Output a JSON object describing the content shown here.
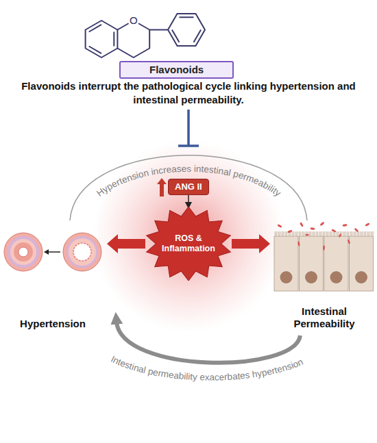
{
  "diagram": {
    "title": "Flavonoids interrupt the pathological cycle linking hypertension and intestinal permeability.",
    "nodes": [
      {
        "text": [
          "Flavonoids"
        ]
      },
      {
        "text": [
          "ANG II"
        ]
      },
      {
        "text": [
          "ROS & Inflammation"
        ]
      },
      {
        "text": [
          "Hypertension"
        ]
      },
      {
        "text": [
          "Intestinal Permeability"
        ]
      }
    ],
    "edges": [
      {
        "from": 3,
        "to": 4,
        "label": "Hypertension increases intestinal permeability",
        "arrow": "none"
      },
      {
        "from": 4,
        "to": 3,
        "label": "Intestinal permeability exacerbates hypertension",
        "arrow": "to"
      },
      {
        "from": 1,
        "to": 2,
        "arrow": "to"
      },
      {
        "from": 2,
        "to": 3,
        "arrow": "to"
      },
      {
        "from": 2,
        "to": 4,
        "arrow": "to"
      }
    ],
    "labels": [
      "O"
    ]
  }
}
